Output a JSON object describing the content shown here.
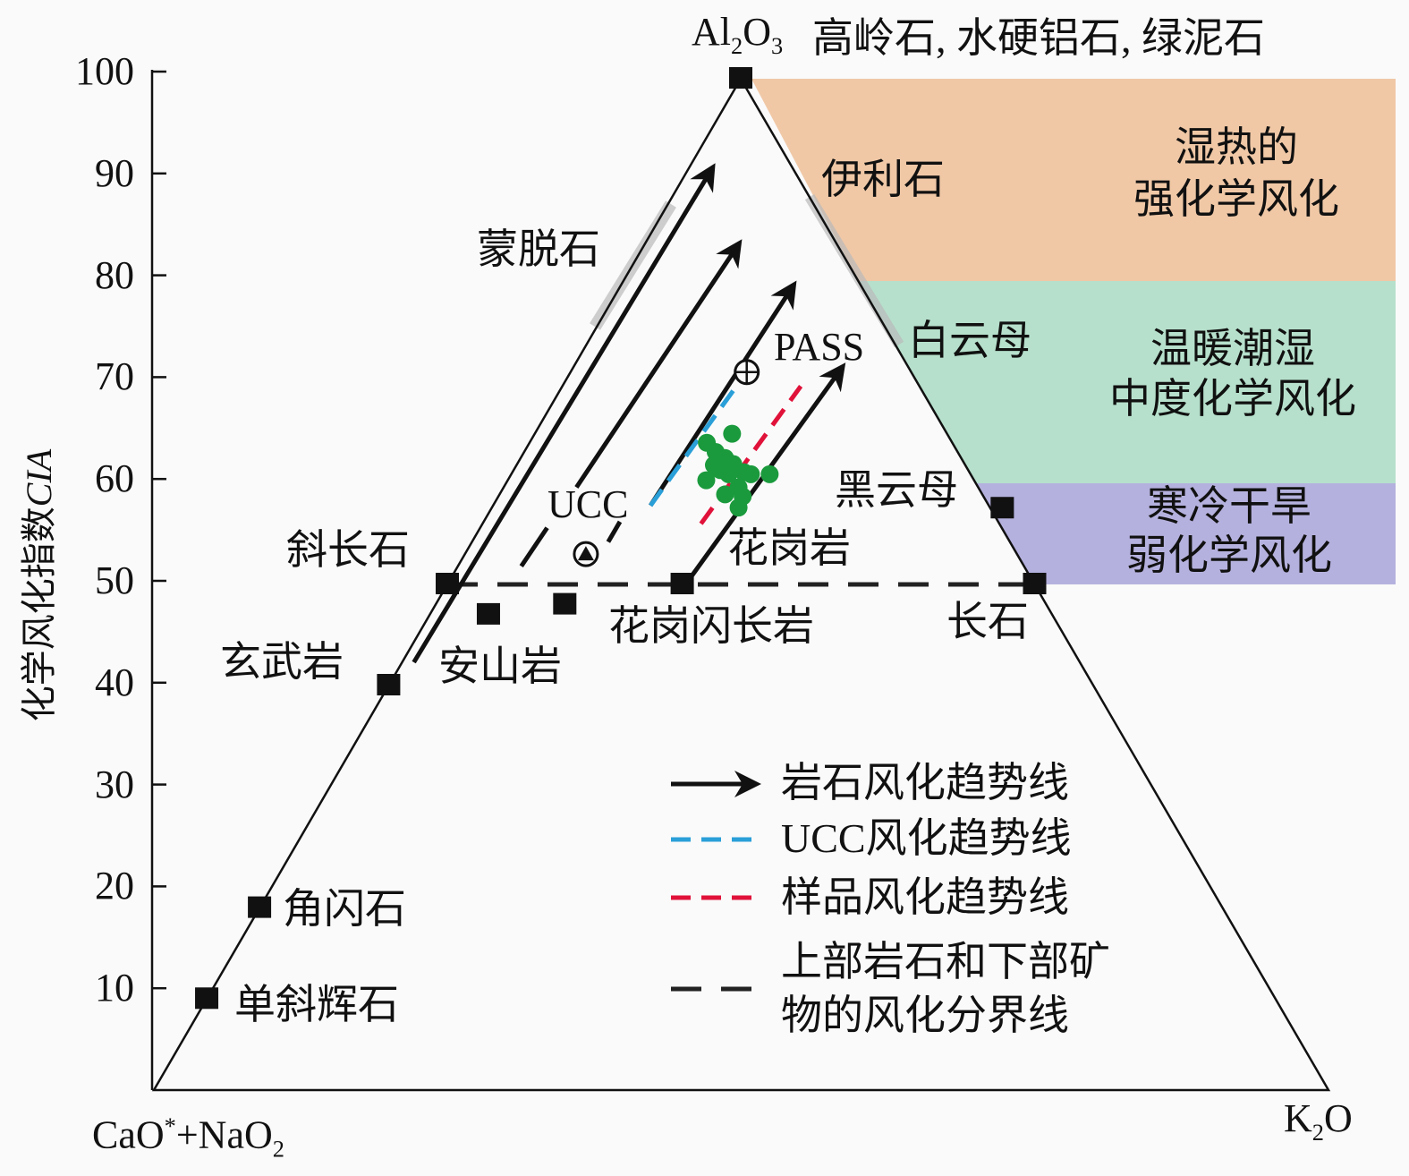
{
  "chart_data": {
    "type": "scatter",
    "subtype": "ternary",
    "title": "",
    "ylabel": "化学风化指数",
    "ylabel_italic": "CIA",
    "ylim": [
      0,
      100
    ],
    "yticks": [
      100,
      90,
      80,
      70,
      60,
      50,
      40,
      30,
      20,
      10
    ],
    "vertices": {
      "top": {
        "main": "Al",
        "sub1": "2",
        "mid": "O",
        "sub2": "3",
        "minerals": "高岭石, 水硬铝石, 绿泥石"
      },
      "left": {
        "a": "CaO",
        "sup": "*",
        "b": "+NaO",
        "sub": "2"
      },
      "right": {
        "a": "K",
        "sub": "2",
        "b": "O"
      }
    },
    "zones": [
      {
        "cia_range": [
          80,
          100
        ],
        "line1": "湿热的",
        "line2": "强化学风化",
        "color": "#f0c8a6"
      },
      {
        "cia_range": [
          60,
          80
        ],
        "line1": "温暖潮湿",
        "line2": "中度化学风化",
        "color": "#b6e0cc"
      },
      {
        "cia_range": [
          50,
          60
        ],
        "line1": "寒冷干旱",
        "line2": "弱化学风化",
        "color": "#b5b1de"
      }
    ],
    "reference_minerals": [
      {
        "name": "高岭石",
        "A": 100,
        "K": 0
      },
      {
        "name": "斜长石",
        "A": 50,
        "K": 0
      },
      {
        "name": "玄武岩",
        "A": 40,
        "K": 0
      },
      {
        "name": "角闪石",
        "A": 18,
        "K": 0
      },
      {
        "name": "单斜辉石",
        "A": 9,
        "K": 0
      },
      {
        "name": "安山岩",
        "A": 47,
        "K": 5
      },
      {
        "name": "花岗闪长岩",
        "A": 48,
        "K": 11
      },
      {
        "name": "花岗岩",
        "A": 50,
        "K": 20
      },
      {
        "name": "黑云母",
        "A": 57.5,
        "K": 43.5
      },
      {
        "name": "长石",
        "A": 50,
        "K": 50
      }
    ],
    "mineral_labels": {
      "illite": "伊利石",
      "muscovite": "白云母",
      "biotite": "黑云母",
      "feldspar": "长石",
      "montmorillonite": "蒙脱石",
      "plagioclase": "斜长石",
      "basalt": "玄武岩",
      "andesite": "安山岩",
      "granodiorite": "花岗闪长岩",
      "granite": "花岗岩",
      "amphibole": "角闪石",
      "clinopyroxene": "单斜辉石"
    },
    "references": [
      {
        "name": "UCC",
        "A": 53,
        "K": 10.3,
        "marker": "triangle-in-circle"
      },
      {
        "name": "PASS",
        "A": 71,
        "K": 15,
        "marker": "cross-in-circle"
      }
    ],
    "samples": [
      {
        "A": 64.9,
        "K": 16.8
      },
      {
        "A": 64.0,
        "K": 15.1
      },
      {
        "A": 63.1,
        "K": 16.3
      },
      {
        "A": 62.5,
        "K": 17.4
      },
      {
        "A": 61.9,
        "K": 18.4
      },
      {
        "A": 61.3,
        "K": 17.6
      },
      {
        "A": 60.9,
        "K": 18.5
      },
      {
        "A": 61.1,
        "K": 19.7
      },
      {
        "A": 60.3,
        "K": 16.9
      },
      {
        "A": 60.9,
        "K": 20.4
      },
      {
        "A": 60.9,
        "K": 22.0
      },
      {
        "A": 59.6,
        "K": 20.0
      },
      {
        "A": 58.9,
        "K": 19.2
      },
      {
        "A": 58.7,
        "K": 20.8
      },
      {
        "A": 57.6,
        "K": 21.0
      },
      {
        "A": 61.8,
        "K": 16.8
      }
    ],
    "sample_color": "#1a9a3c",
    "weathering_trends": [
      {
        "from": {
          "A": 42.3,
          "K": 1.0
        },
        "to": {
          "A": 91.2,
          "K": 2.0
        }
      },
      {
        "from": {
          "A": 59.6,
          "K": 6.2
        },
        "to": {
          "A": 83.7,
          "K": 8.0
        },
        "dashed_tail": {
          "from": {
            "A": 51.8,
            "K": 5.4
          },
          "to": {
            "A": 55.6,
            "K": 5.7
          }
        }
      },
      {
        "from": {
          "A": 57.8,
          "K": 13.4
        },
        "to": {
          "A": 79.6,
          "K": 14.7
        },
        "dashed_tail": {
          "from": {
            "A": 54.2,
            "K": 11.6
          },
          "to": {
            "A": 56.2,
            "K": 11.6
          }
        }
      },
      {
        "from": {
          "A": 50.1,
          "K": 20.3
        },
        "to": {
          "A": 71.5,
          "K": 22.9
        }
      }
    ],
    "ucc_trend": {
      "from": {
        "A": 57.8,
        "K": 13.4
      },
      "to": {
        "A": 71.1,
        "K": 15.0
      },
      "color": "#2a9fd8"
    },
    "sample_trend": {
      "from": {
        "A": 56.0,
        "K": 18.6
      },
      "to": {
        "A": 69.6,
        "K": 20.3
      },
      "color": "#e0123a"
    },
    "boundary_line": {
      "cia": 50,
      "from_K": 0,
      "to_K": 50
    },
    "legend": {
      "placement": "bottom-right",
      "items": [
        {
          "label": "岩石风化趋势线",
          "style": "arrow"
        },
        {
          "label": "UCC风化趋势线",
          "style": "blue-dashed"
        },
        {
          "label": "样品风化趋势线",
          "style": "red-dashed"
        },
        {
          "label": "上部岩石和下部矿",
          "label2": "物的风化分界线",
          "style": "black-dashed"
        }
      ]
    }
  }
}
